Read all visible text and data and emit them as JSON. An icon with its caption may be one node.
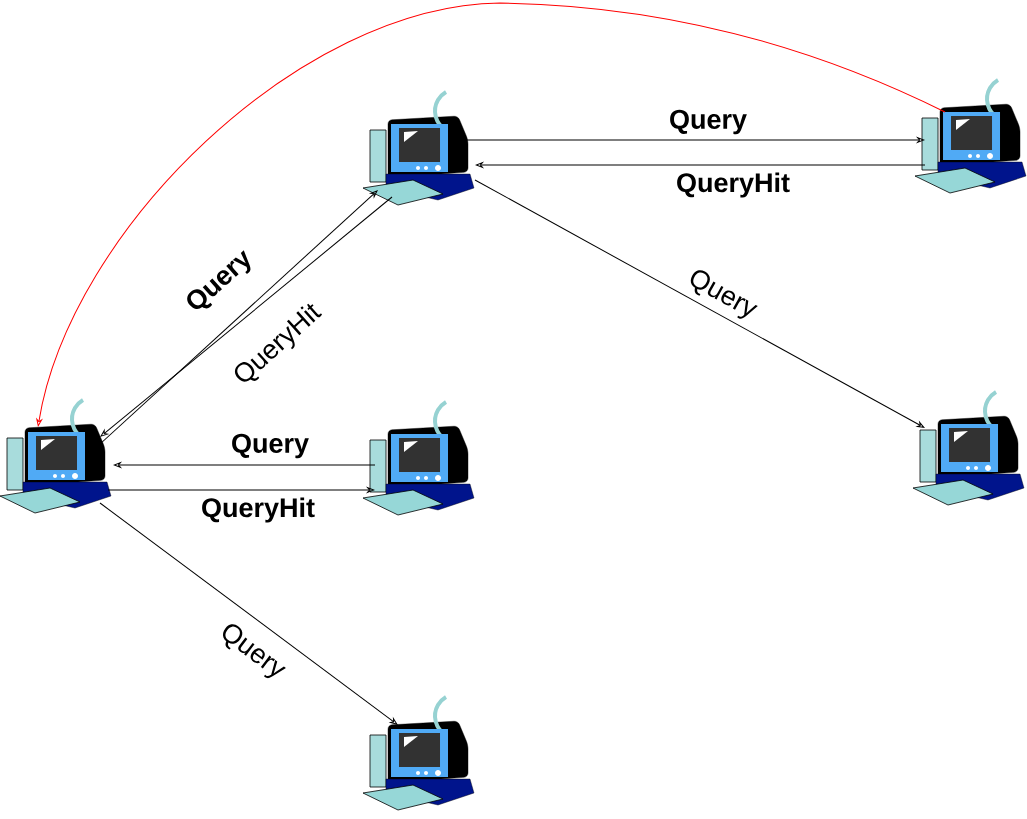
{
  "diagram": {
    "nodes": [
      {
        "text": [],
        "shape": "computer"
      },
      {
        "text": [],
        "shape": "computer"
      },
      {
        "text": [],
        "shape": "computer"
      },
      {
        "text": [],
        "shape": "computer"
      },
      {
        "text": [],
        "shape": "computer"
      },
      {
        "text": [],
        "shape": "computer"
      }
    ],
    "edges": [
      {
        "from": 0,
        "to": 1,
        "arrow": "to",
        "label": "Query"
      },
      {
        "from": 1,
        "to": 0,
        "arrow": "to",
        "label": "QueryHit"
      },
      {
        "from": 0,
        "to": 4,
        "arrow": "to",
        "label": "Query"
      },
      {
        "from": 2,
        "to": 0,
        "arrow": "to",
        "label": "Query"
      },
      {
        "from": 0,
        "to": 2,
        "arrow": "to",
        "label": "QueryHit"
      },
      {
        "from": 3,
        "to": 2,
        "arrow": "to",
        "label": "Query"
      },
      {
        "from": 2,
        "to": 3,
        "arrow": "to",
        "label": "QueryHit"
      },
      {
        "from": 2,
        "to": 5,
        "arrow": "to",
        "label": "Query"
      },
      {
        "from": 1,
        "to": 2,
        "arrow": "to",
        "color": "#ff0000"
      }
    ]
  }
}
